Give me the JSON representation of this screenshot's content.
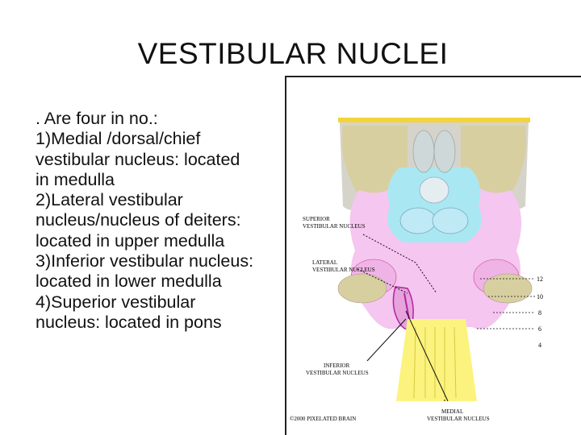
{
  "slide": {
    "title": "VESTIBULAR NUCLEI",
    "lines": [
      ". Are four in no.:",
      "1)Medial /dorsal/chief",
      "vestibular nucleus: located",
      "in medulla",
      "2)Lateral vestibular",
      "nucleus/nucleus of deiters:",
      "located in upper medulla",
      "3)Inferior vestibular nucleus:",
      "located in lower medulla",
      "4)Superior vestibular",
      "nucleus: located in pons"
    ]
  },
  "figure": {
    "labels": {
      "superior_1": "SUPERIOR",
      "superior_2": "VESTIBULAR NUCLEUS",
      "lateral_1": "LATERAL",
      "lateral_2": "VESTIBULAR NUCLEUS",
      "inferior_1": "INFERIOR",
      "inferior_2": "VESTIBULAR NUCLEUS",
      "medial_1": "MEDIAL",
      "medial_2": "VESTIBULAR NUCLEUS",
      "copyright": "©2000 PIXELATED BRAIN",
      "nerve_12": "12",
      "nerve_10": "10",
      "nerve_8": "8",
      "nerve_6": "6",
      "nerve_4": "4"
    },
    "colors": {
      "pink": "#f5c6ef",
      "cyan": "#a9e8f2",
      "tan": "#d8cfa1",
      "yellow": "#fbf37e",
      "grey": "#d6d3cb",
      "border": "#f3d43a",
      "magenta": "#b3249e"
    }
  }
}
